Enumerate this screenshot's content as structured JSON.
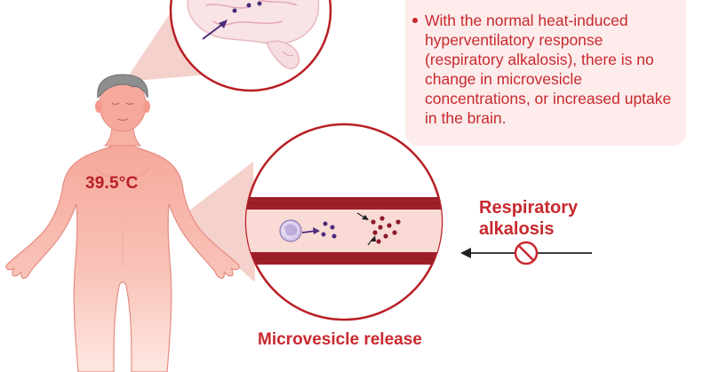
{
  "info_box": {
    "bullet_text": "With the normal heat-induced hyperventilatory response (respiratory alkalosis), there is no change in microvesicle concentrations, or increased uptake in the brain."
  },
  "body_figure": {
    "temperature_label": "39.5°C"
  },
  "blood_vessel": {
    "caption": "Microvesicle release"
  },
  "respiratory": {
    "label": "Respiratory alkalosis"
  },
  "colors": {
    "accent_red": "#c8292e",
    "dark_red": "#8d1c22",
    "box_pink": "#fdeceb",
    "body_gradient_top": "#f6a79b",
    "body_gradient_bottom": "#fde4dd",
    "vessel_inner": "#f9dad5",
    "microvesicle_purple": "#4a2a7a",
    "particle_red": "#8c1a2b"
  },
  "icons": [
    "brain-icon",
    "monocyte-cell-icon",
    "prohibition-icon",
    "arrow-left-icon"
  ]
}
